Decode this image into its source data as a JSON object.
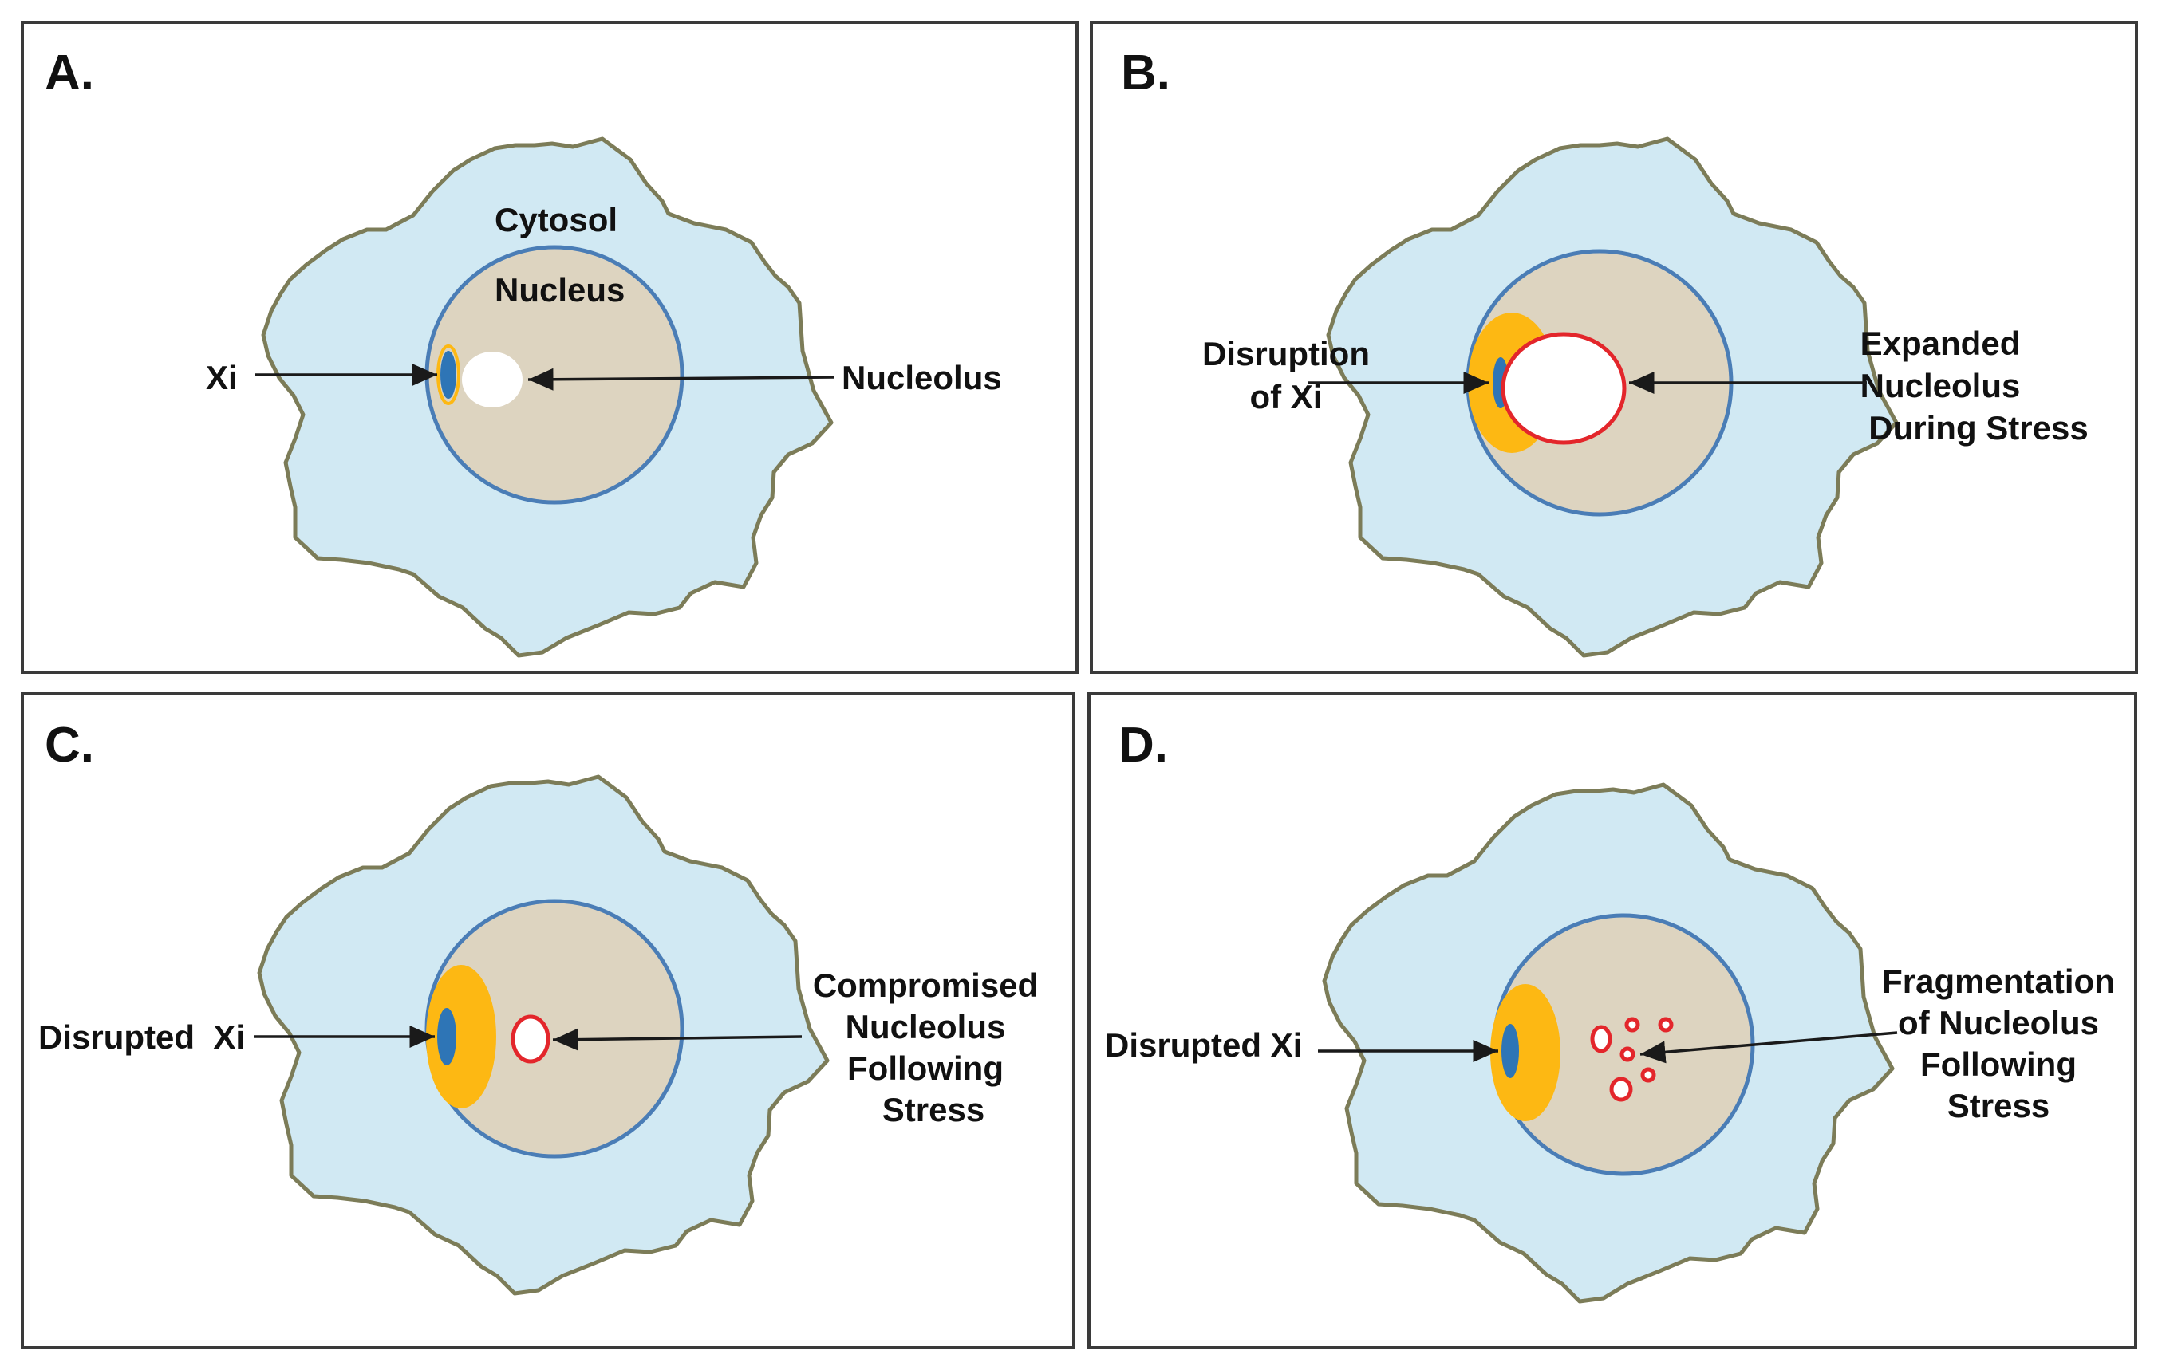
{
  "colors": {
    "cytosol_fill": "#d1e9f3",
    "cell_outline": "#7c7c58",
    "nucleus_fill": "#ddd4c0",
    "nucleus_outline": "#4a7db6",
    "xi_core": "#2e75b6",
    "xi_disrupted_halo": "#fdb813",
    "nucleolus_stress_outline": "#e3262b"
  },
  "panels": {
    "a": {
      "letter": "A.",
      "cytosol_label": "Cytosol",
      "nucleus_label": "Nucleus",
      "xi_label": "Xi",
      "nucleolus_label": "Nucleolus"
    },
    "b": {
      "letter": "B.",
      "xi_label_lines": [
        "Disruption",
        "of Xi"
      ],
      "nucleolus_label_lines": [
        "Expanded",
        "Nucleolus",
        "During Stress"
      ]
    },
    "c": {
      "letter": "C.",
      "xi_label": "Disrupted  Xi",
      "nucleolus_label_lines": [
        "Compromised",
        "Nucleolus",
        "Following",
        "Stress"
      ]
    },
    "d": {
      "letter": "D.",
      "xi_label": "Disrupted Xi",
      "nucleolus_label_lines": [
        "Fragmentation",
        "of Nucleolus",
        "Following",
        "Stress"
      ]
    }
  }
}
